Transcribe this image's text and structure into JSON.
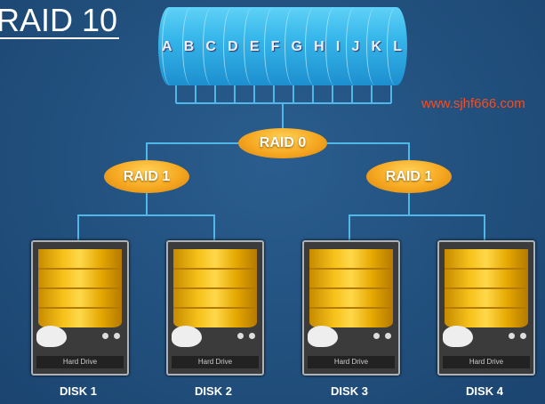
{
  "title": "RAID 10",
  "data_blocks": [
    "A",
    "B",
    "C",
    "D",
    "E",
    "F",
    "G",
    "H",
    "I",
    "J",
    "K",
    "L"
  ],
  "raid0_label": "RAID 0",
  "raid1_left_label": "RAID 1",
  "raid1_right_label": "RAID 1",
  "disks": [
    {
      "name": "DISK 1",
      "drive_label": "Hard Drive"
    },
    {
      "name": "DISK 2",
      "drive_label": "Hard Drive"
    },
    {
      "name": "DISK 3",
      "drive_label": "Hard Drive"
    },
    {
      "name": "DISK 4",
      "drive_label": "Hard Drive"
    }
  ],
  "watermark": "www.sjhf666.com",
  "colors": {
    "background": "#214f7c",
    "line": "#4fb8e8",
    "oval": "#f6a821",
    "cylinder": "#36b6ea",
    "platter": "#f6c21a",
    "watermark": "#ff4a1a"
  }
}
